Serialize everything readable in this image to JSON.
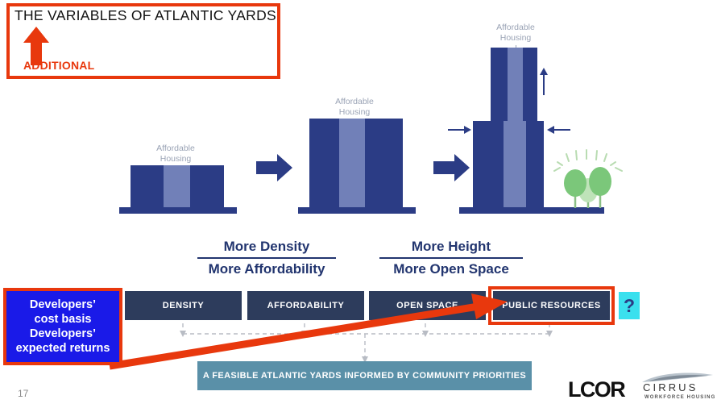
{
  "slide": {
    "title": "THE VARIABLES OF ATLANTIC YARDS",
    "annotation_additional": "ADDITIONAL",
    "page_number": "17"
  },
  "buildings": [
    {
      "id": "building-small",
      "label": "Affordable\nHousing"
    },
    {
      "id": "building-medium",
      "label": "Affordable\nHousing"
    },
    {
      "id": "building-tall",
      "label": "Affordable\nHousing"
    }
  ],
  "fractions": [
    {
      "id": "density-affordability",
      "numerator": "More Density",
      "denominator": "More Affordability"
    },
    {
      "id": "height-openspace",
      "numerator": "More Height",
      "denominator": "More Open Space"
    }
  ],
  "variable_pills": [
    {
      "id": "density",
      "label": "DENSITY",
      "highlighted": false
    },
    {
      "id": "affordability",
      "label": "AFFORDABILITY",
      "highlighted": false
    },
    {
      "id": "open-space",
      "label": "OPEN SPACE",
      "highlighted": false
    },
    {
      "id": "public-resources",
      "label": "PUBLIC RESOURCES",
      "highlighted": true
    }
  ],
  "question_marker": {
    "label": "?"
  },
  "developers_callout": {
    "text": "Developers’\ncost basis\nDevelopers’\nexpected returns"
  },
  "feasible_banner": {
    "text": "A FEASIBLE ATLANTIC YARDS  INFORMED BY COMMUNITY PRIORITIES"
  },
  "logos": {
    "lcor": "LCOR",
    "cirrus": "CIRRUS",
    "cirrus_tagline": "WORKFORCE HOUSING"
  },
  "colors": {
    "navy_building": "#2b3c85",
    "affordable_housing": "#7180b8",
    "pill_navy": "#2d3c5c",
    "highlight_red": "#e8380d",
    "callout_blue": "#1a1ae8",
    "question_cyan": "#3ae0ee",
    "banner_teal": "#5a90a8",
    "tree_green": "#7bc77a",
    "label_gray": "#9aa3b5"
  }
}
